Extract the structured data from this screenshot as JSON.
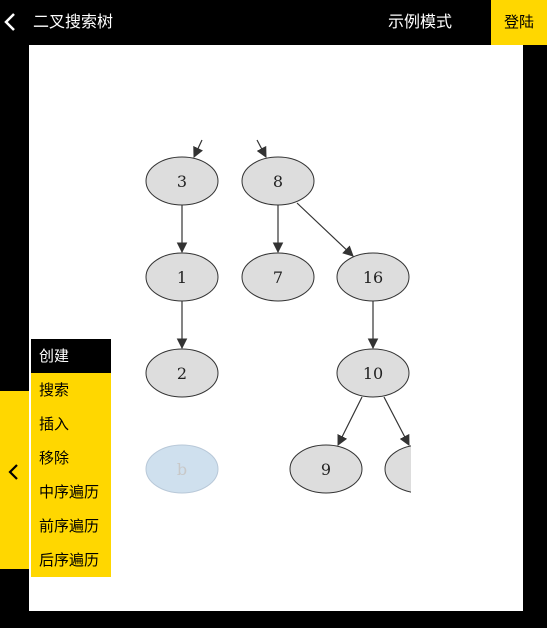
{
  "header": {
    "title": "二叉搜索树",
    "mode": "示例模式",
    "login": "登陆"
  },
  "menu": {
    "items": [
      {
        "label": "创建",
        "active": true
      },
      {
        "label": "搜索"
      },
      {
        "label": "插入"
      },
      {
        "label": "移除"
      },
      {
        "label": "中序遍历"
      },
      {
        "label": "前序遍历"
      },
      {
        "label": "后序遍历"
      }
    ]
  },
  "tree": {
    "nodes": {
      "n3": "3",
      "n8": "8",
      "n1": "1",
      "n7": "7",
      "n16": "16",
      "n2": "2",
      "n10": "10",
      "nb": "b",
      "n9": "9"
    }
  },
  "colors": {
    "accent": "#ffd700",
    "node_fill": "#dddddd",
    "node_highlight": "#cfe0ee"
  }
}
